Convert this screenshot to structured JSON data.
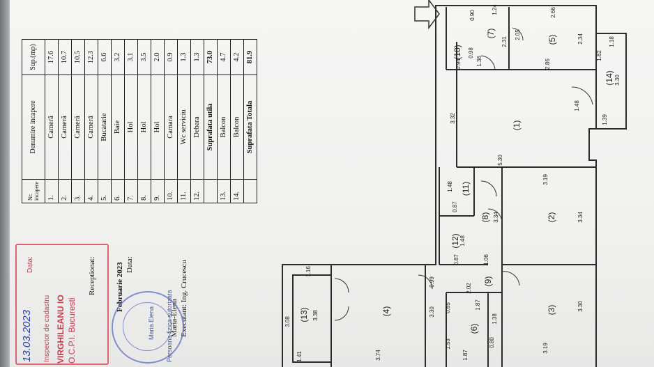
{
  "table": {
    "header": {
      "num": "Nr. incapere",
      "name": "Denumire incapere",
      "area": "Sup.(mp)"
    },
    "rows": [
      {
        "num": "1.",
        "name": "Cameră",
        "area": "17.6"
      },
      {
        "num": "2.",
        "name": "Cameră",
        "area": "10.7"
      },
      {
        "num": "3.",
        "name": "Cameră",
        "area": "10.5"
      },
      {
        "num": "4.",
        "name": "Cameră",
        "area": "12.3"
      },
      {
        "num": "5.",
        "name": "Bucatarie",
        "area": "6.6"
      },
      {
        "num": "6.",
        "name": "Baie",
        "area": "3.2"
      },
      {
        "num": "7.",
        "name": "Hol",
        "area": "3.1"
      },
      {
        "num": "8.",
        "name": "Hol",
        "area": "3.5"
      },
      {
        "num": "9.",
        "name": "Hol",
        "area": "2.0"
      },
      {
        "num": "10.",
        "name": "Camara",
        "area": "0.9"
      },
      {
        "num": "11.",
        "name": "Wc serviciu",
        "area": "1.3"
      },
      {
        "num": "12.",
        "name": "Debara",
        "area": "1.3"
      }
    ],
    "useful": {
      "name": "Suprafata utila",
      "area": "73.0"
    },
    "rows2": [
      {
        "num": "13.",
        "name": "Balcon",
        "area": "4.7"
      },
      {
        "num": "14.",
        "name": "Balcon",
        "area": "4.2"
      }
    ],
    "total": {
      "name": "Suprafata Totala",
      "area": "81.9"
    }
  },
  "side": {
    "executant": "Executant: Ing. Crucescu",
    "executant2": "Maria-Elena",
    "data_label": "Data:",
    "data_value": "Februarie 2023",
    "receptionat": "Receptionat:"
  },
  "stamp": {
    "line1": "O.C.P.I. Bucuresti",
    "line2": "VIRGHILEANU IO",
    "line3": "Inspector de cadastru",
    "data_label": "Data:",
    "date": "13.03.2023",
    "seal_text": "Persoana fizica autorizata",
    "seal_name": "Maria Elena"
  },
  "plan": {
    "rooms": [
      {
        "id": "(1)"
      },
      {
        "id": "(2)"
      },
      {
        "id": "(3)"
      },
      {
        "id": "(4)"
      },
      {
        "id": "(5)"
      },
      {
        "id": "(6)"
      },
      {
        "id": "(7)"
      },
      {
        "id": "(8)"
      },
      {
        "id": "(9)"
      },
      {
        "id": "(10)"
      },
      {
        "id": "(11)"
      },
      {
        "id": "(12)"
      },
      {
        "id": "(13)"
      },
      {
        "id": "(14)"
      }
    ],
    "dims": [
      "1.24",
      "2.66",
      "0.90",
      "2.05",
      "2.31",
      "2.34",
      "1.18",
      "1.82",
      "3.30",
      "0.98",
      "1.36",
      "0.94",
      "2.86",
      "3.32",
      "1.48",
      "1.39",
      "5.30",
      "3.19",
      "1.48",
      "0.87",
      "3.34",
      "3.34",
      "1.48",
      "0.87",
      "1.06",
      "0.99",
      "2.02",
      "3.30",
      "1.16",
      "3.38",
      "3.08",
      "1.41",
      "3.74",
      "0.65",
      "1.87",
      "1.38",
      "1.53",
      "1.87",
      "0.80",
      "3.30",
      "3.19"
    ]
  }
}
